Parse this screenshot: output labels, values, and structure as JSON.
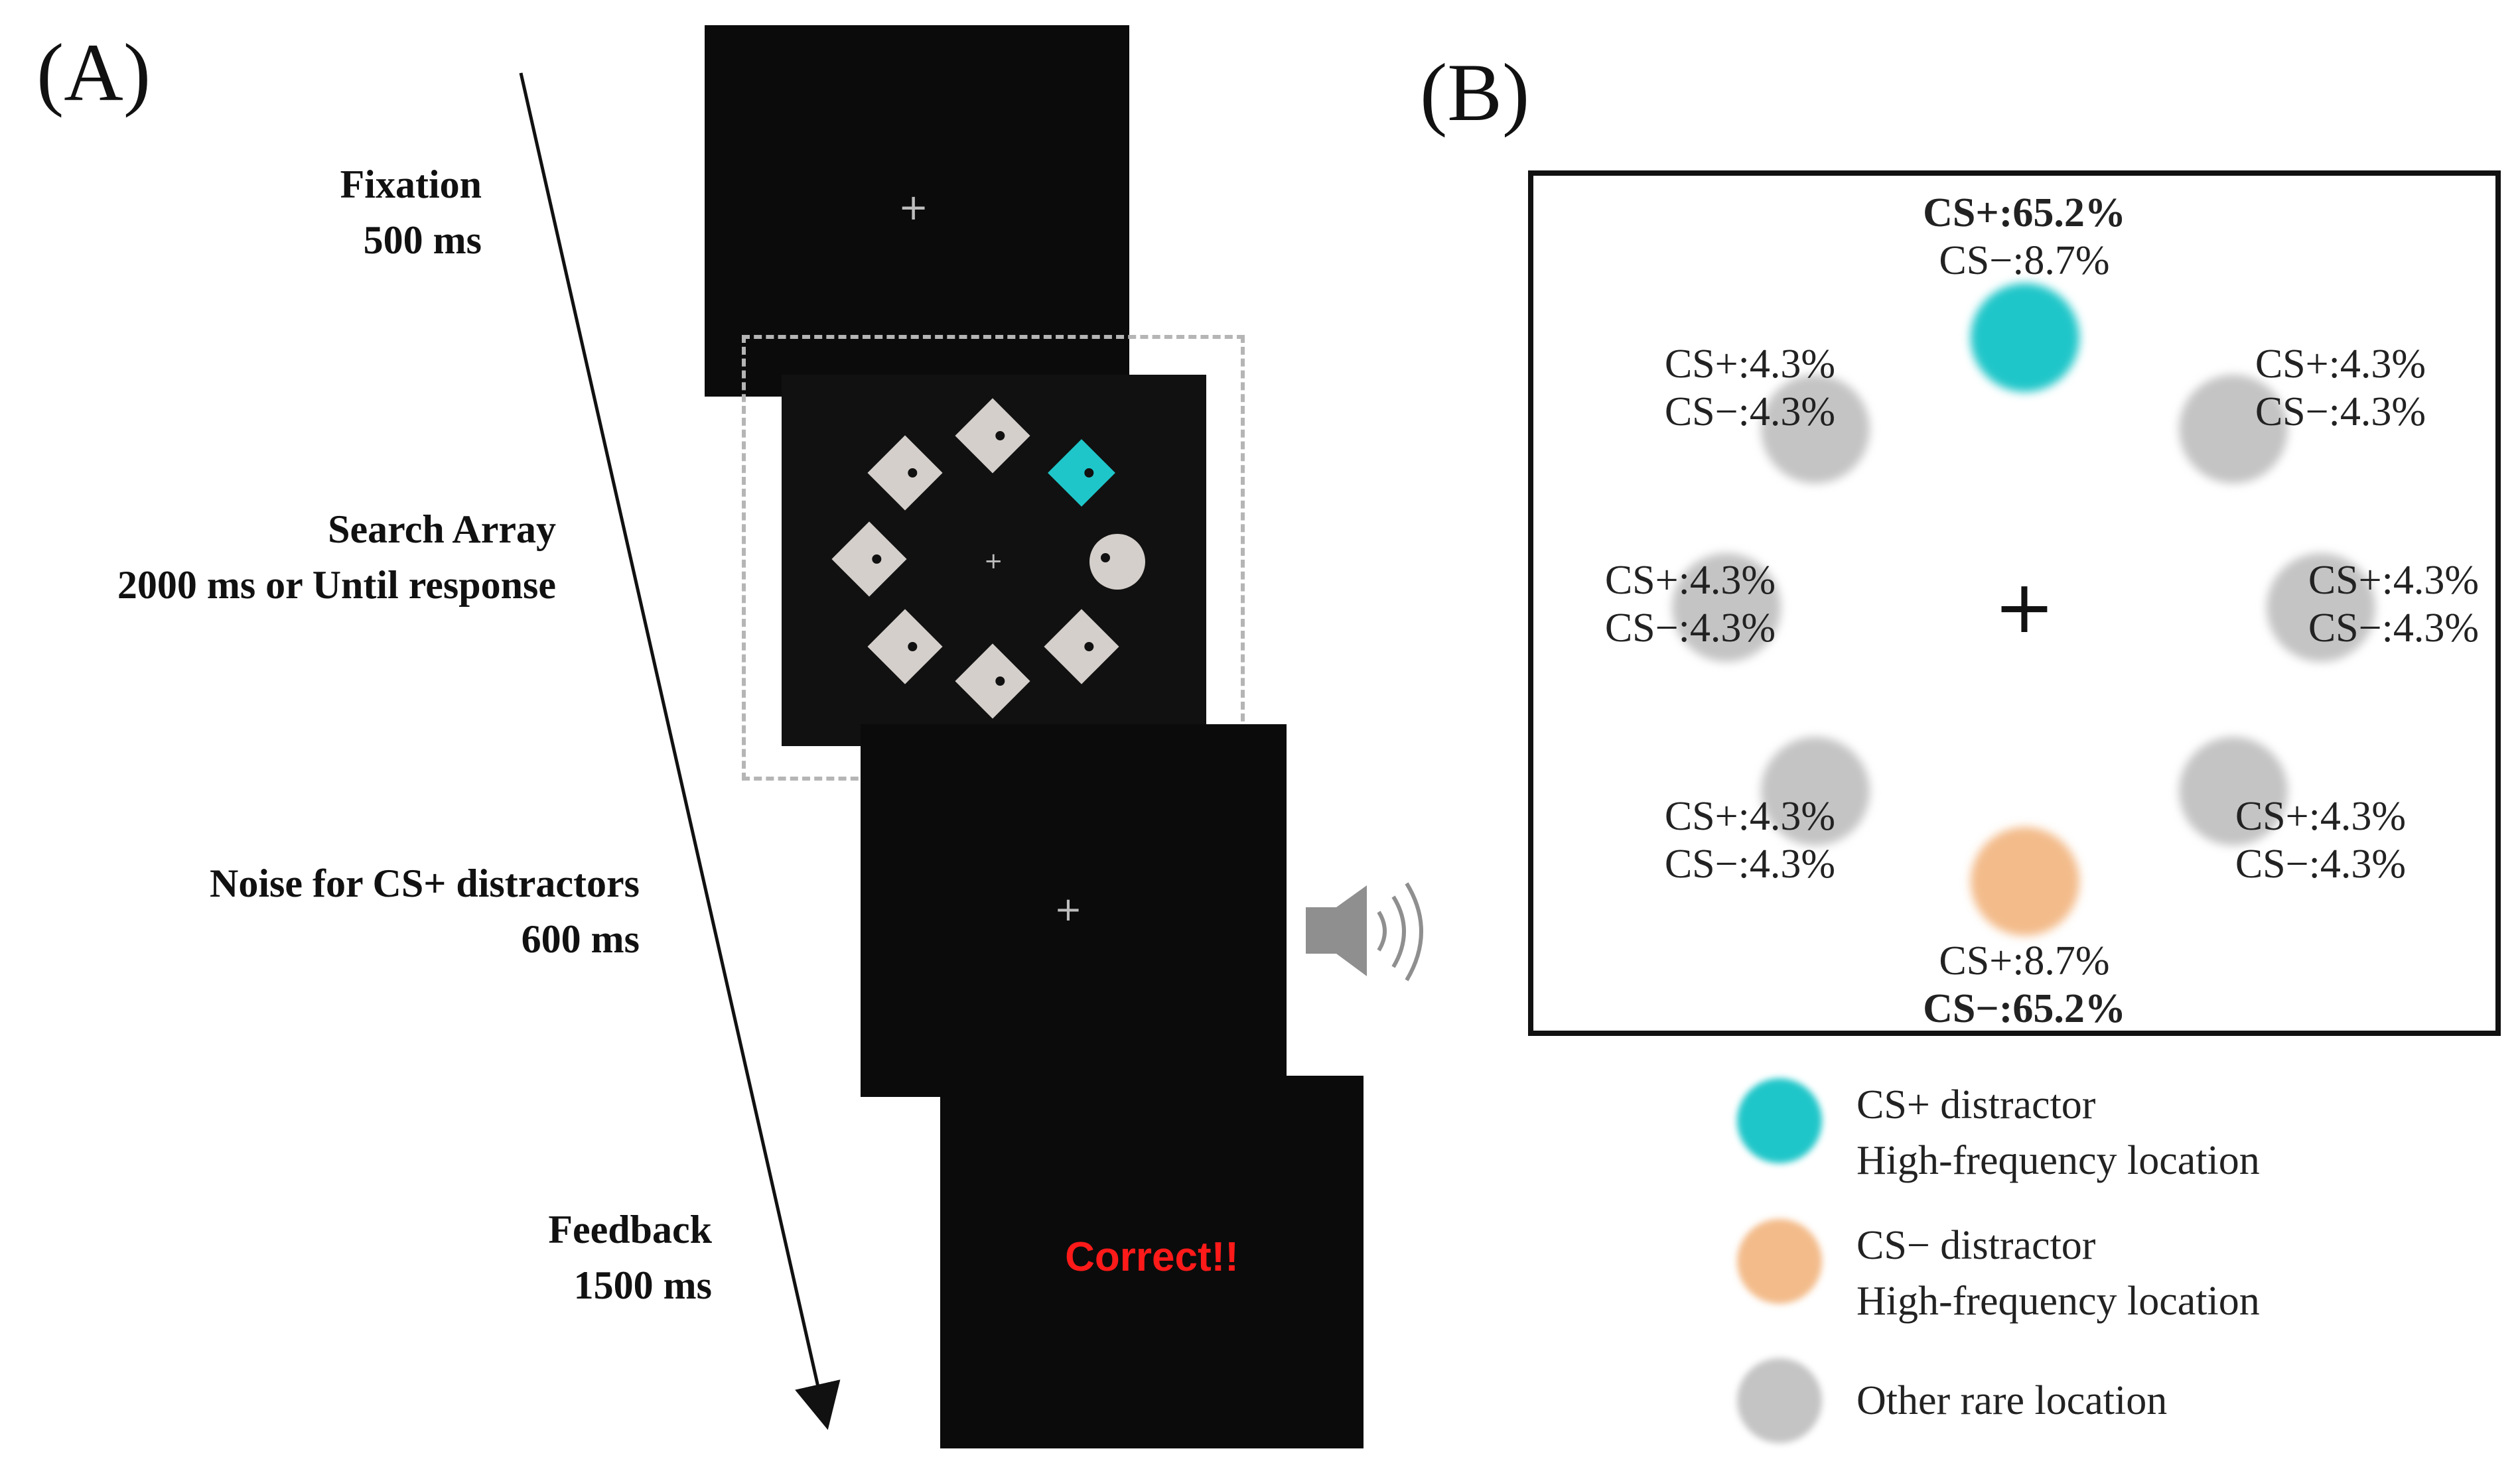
{
  "panel_a": {
    "label": "(A)",
    "steps": [
      {
        "name": "Fixation",
        "duration": "500 ms"
      },
      {
        "name": "Search Array",
        "duration": "2000 ms or Until response"
      },
      {
        "name": "Noise for CS+ distractors",
        "duration": "600 ms"
      },
      {
        "name": "Feedback",
        "duration": "1500 ms"
      }
    ],
    "fixation_symbol": "+",
    "feedback_text": "Correct!!",
    "colors": {
      "screen": "#0b0b0b",
      "shape": "#cfcac6",
      "target": "#1fc6c9",
      "feedback": "#ff1a1a"
    }
  },
  "panel_b": {
    "label": "(B)",
    "center_symbol": "+",
    "locations": {
      "top": {
        "cs_plus": "CS+:65.2%",
        "cs_minus": "CS−:8.7%"
      },
      "upper_left": {
        "cs_plus": "CS+:4.3%",
        "cs_minus": "CS−:4.3%"
      },
      "upper_right": {
        "cs_plus": "CS+:4.3%",
        "cs_minus": "CS−:4.3%"
      },
      "left": {
        "cs_plus": "CS+:4.3%",
        "cs_minus": "CS−:4.3%"
      },
      "right": {
        "cs_plus": "CS+:4.3%",
        "cs_minus": "CS−:4.3%"
      },
      "lower_left": {
        "cs_plus": "CS+:4.3%",
        "cs_minus": "CS−:4.3%"
      },
      "lower_right": {
        "cs_plus": "CS+:4.3%",
        "cs_minus": "CS−:4.3%"
      },
      "bottom": {
        "cs_plus": "CS+:8.7%",
        "cs_minus": "CS−:65.2%"
      }
    },
    "legend": [
      {
        "line1": "CS+ distractor",
        "line2": "High-frequency location",
        "color": "#1fc6c9"
      },
      {
        "line1": "CS− distractor",
        "line2": "High-frequency location",
        "color": "#f3bb8a"
      },
      {
        "line1": "Other rare location",
        "line2": "",
        "color": "#c4c4c4"
      }
    ]
  }
}
